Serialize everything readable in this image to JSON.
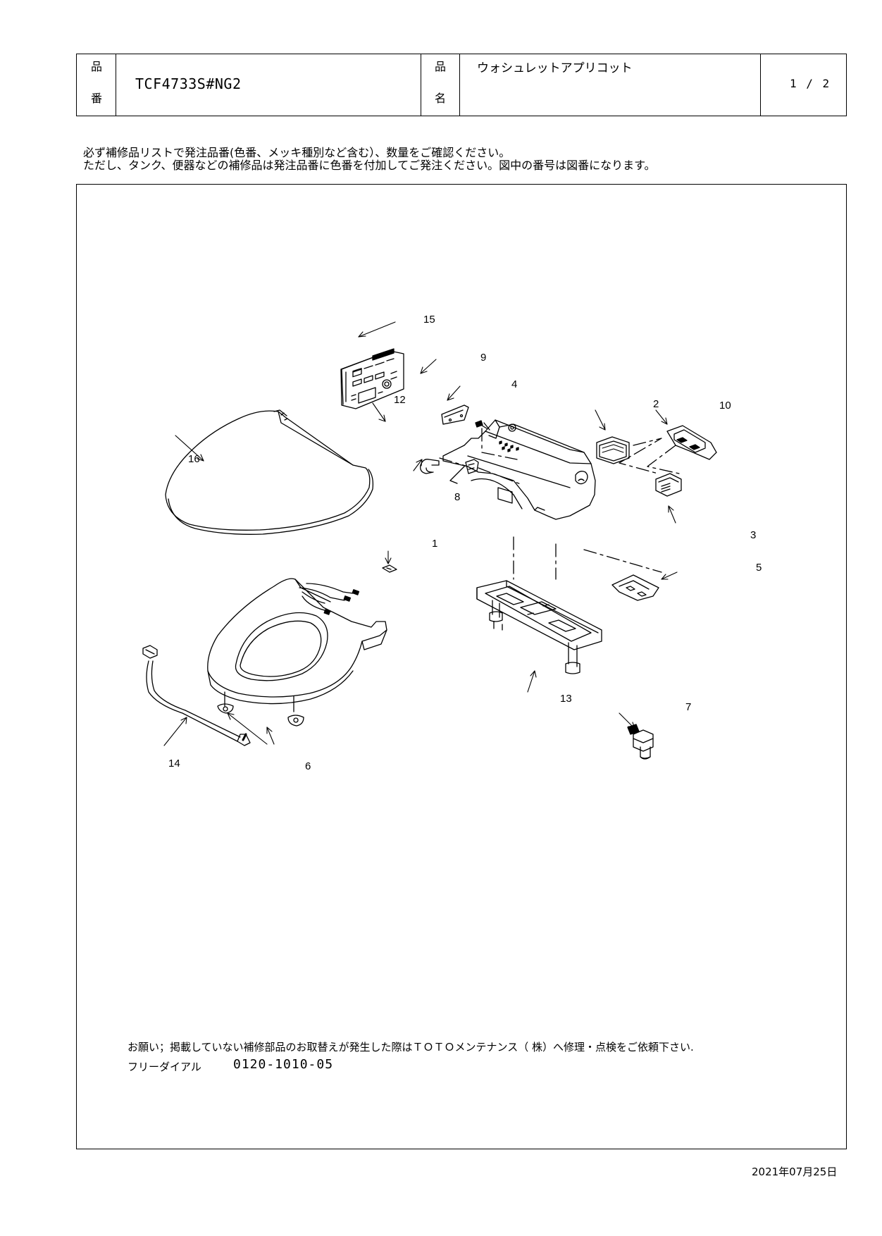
{
  "header": {
    "part_no_label_top": "品",
    "part_no_label_bottom": "番",
    "model_number": "TCF4733S#NG2",
    "name_label_top": "品",
    "name_label_bottom": "名",
    "product_name": "ウォシュレットアプリコット",
    "page": "1 / 2"
  },
  "notes": {
    "line1": "必ず補修品リストで発注品番(色番、メッキ種別など含む）、数量をご確認ください。",
    "line2": "ただし、タンク、便器などの補修品は発注品番に色番を付加してご発注ください。図中の番号は図番になります。"
  },
  "callouts": [
    "15",
    "9",
    "4",
    "12",
    "2",
    "10",
    "16",
    "8",
    "3",
    "1",
    "5",
    "13",
    "7",
    "14",
    "6"
  ],
  "footer": {
    "request": "お願い；掲載していない補修部品のお取替えが発生した際はＴＯＴＯメンテナンス（ 株）へ修理・点検をご依頼下さい.",
    "free_dial_label": "フリーダイアル",
    "phone": "0120-1010-05"
  },
  "date": "2021年07月25日"
}
